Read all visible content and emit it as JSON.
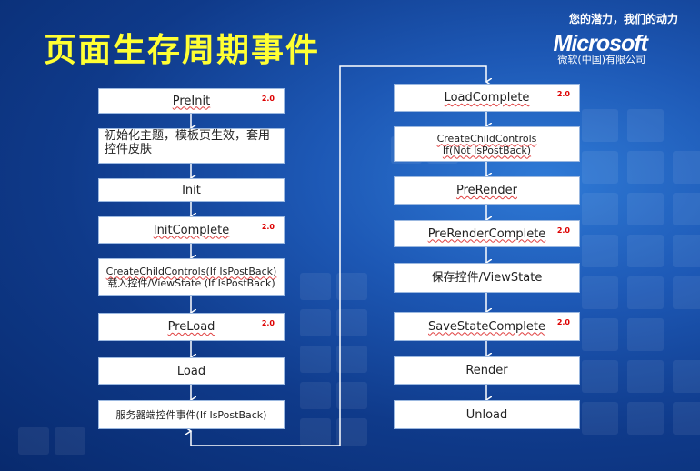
{
  "title": "页面生存周期事件",
  "branding": {
    "tagline": "您的潜力，我们的动力",
    "logo_text": "Microsoft",
    "logo_sub": "微软(中国)有限公司"
  },
  "version_badge": "2.0",
  "left_steps": [
    {
      "line1": "PreInit",
      "line2": "",
      "badge": true
    },
    {
      "line1": "初始化主题，模板页生效，套用",
      "line2": "控件皮肤",
      "badge": false
    },
    {
      "line1": "Init",
      "line2": "",
      "badge": false
    },
    {
      "line1": "InitComplete",
      "line2": "",
      "badge": true
    },
    {
      "line1": "CreateChildControls(If IsPostBack)",
      "line2": "载入控件/ViewState (If IsPostBack)",
      "badge": false
    },
    {
      "line1": "PreLoad",
      "line2": "",
      "badge": true
    },
    {
      "line1": "Load",
      "line2": "",
      "badge": false
    },
    {
      "line1": "服务器端控件事件(If IsPostBack)",
      "line2": "",
      "badge": false
    }
  ],
  "right_steps": [
    {
      "line1": "LoadComplete",
      "line2": "",
      "badge": true
    },
    {
      "line1": "CreateChildControls",
      "line2": "If(Not IsPostBack)",
      "badge": false
    },
    {
      "line1": "PreRender",
      "line2": "",
      "badge": false
    },
    {
      "line1": "PreRenderComplete",
      "line2": "",
      "badge": true
    },
    {
      "line1": "保存控件/ViewState",
      "line2": "",
      "badge": false
    },
    {
      "line1": "SaveStateComplete",
      "line2": "",
      "badge": true
    },
    {
      "line1": "Render",
      "line2": "",
      "badge": false
    },
    {
      "line1": "Unload",
      "line2": "",
      "badge": false
    }
  ]
}
